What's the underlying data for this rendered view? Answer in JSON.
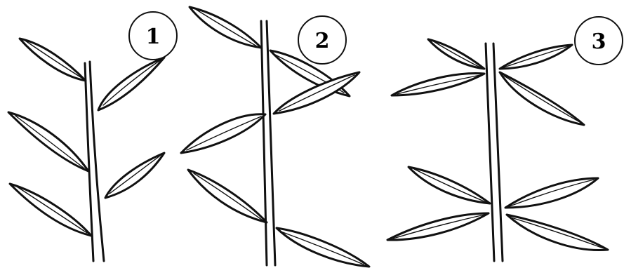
{
  "figures": [
    {
      "label": "1",
      "arrangement": "alternate"
    },
    {
      "label": "2",
      "arrangement": "alternate"
    },
    {
      "label": "3",
      "arrangement": "opposite"
    }
  ],
  "colors": {
    "ink": "#111111",
    "background": "#ffffff"
  }
}
